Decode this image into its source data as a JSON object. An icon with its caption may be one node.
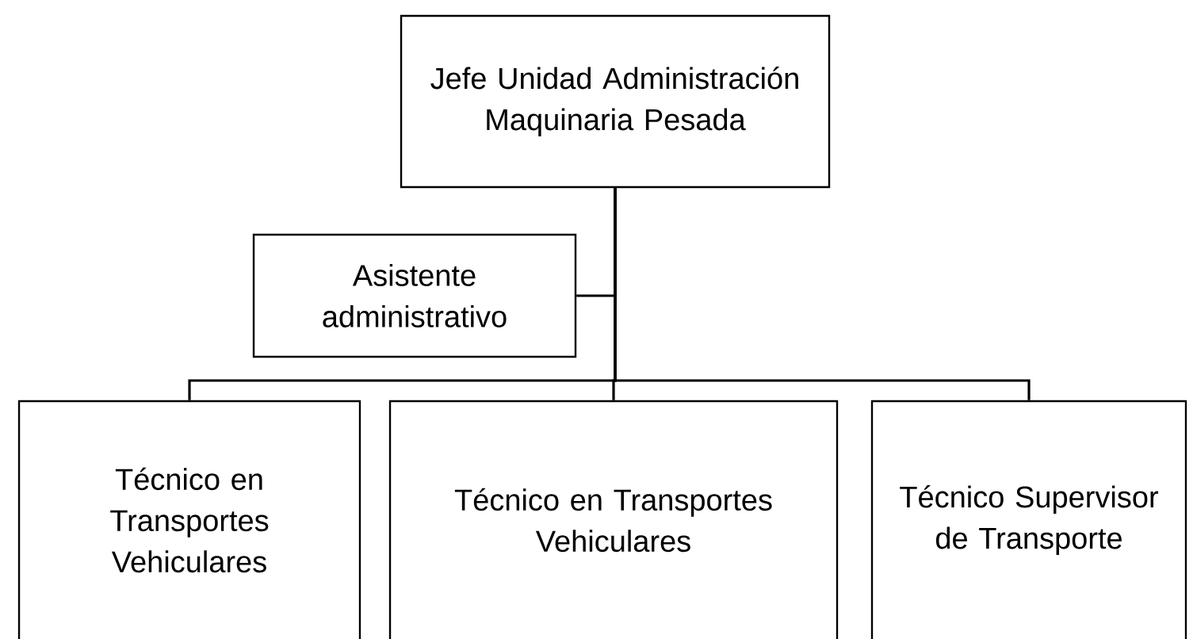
{
  "diagram": {
    "nodes": [
      {
        "text": [
          "Jefe Unidad Administración Maquinaria Pesada"
        ]
      },
      {
        "text": [
          "Asistente administrativo"
        ]
      },
      {
        "text": [
          "Técnico en Transportes Vehiculares"
        ]
      },
      {
        "text": [
          "Técnico en Transportes Vehiculares"
        ]
      },
      {
        "text": [
          "Técnico Supervisor de Transporte"
        ]
      }
    ],
    "edges": [
      {
        "from": 0,
        "to": 1,
        "arrow": "none"
      },
      {
        "from": 0,
        "to": 2,
        "arrow": "none"
      },
      {
        "from": 0,
        "to": 3,
        "arrow": "none"
      },
      {
        "from": 0,
        "to": 4,
        "arrow": "none"
      }
    ]
  }
}
